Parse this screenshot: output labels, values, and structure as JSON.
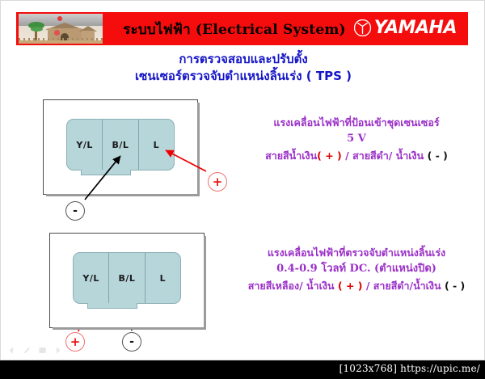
{
  "header": {
    "title": "ระบบไฟฟ้า (Electrical System)",
    "brand": "YAMAHA",
    "brand_emblem": "yamaha-tuning-fork-icon",
    "bar_color": "#f50c0c",
    "title_color": "#000000",
    "brand_color": "#ffffff"
  },
  "subtitle": {
    "line1": "การตรวจสอบและปรับตั้ง",
    "line2": "เซนเซอร์ตรวจจับตำแหน่งลิ้นเร่ง ( TPS )",
    "color": "#1515c8"
  },
  "sections": [
    {
      "connector": {
        "pins": [
          "Y/L",
          "B/L",
          "L"
        ],
        "fill_color": "#b7d6da"
      },
      "markers": [
        {
          "symbol": "+",
          "kind": "positive",
          "color": "#e81414",
          "target_pin": "L"
        },
        {
          "symbol": "-",
          "kind": "negative",
          "color": "#111111",
          "target_pin": "B/L"
        }
      ],
      "info": {
        "heading": "แรงเคลื่อนไฟฟ้าที่ป้อนเข้าชุดเซนเซอร์",
        "value": "5 V",
        "wire_positive": "สายสีน้ำเงิน",
        "wire_positive_sign": "( + )",
        "wire_separator": " / ",
        "wire_negative": "สายสีดำ/ น้ำเงิน",
        "wire_negative_sign": "( - )",
        "color": "#9B30C8"
      }
    },
    {
      "connector": {
        "pins": [
          "Y/L",
          "B/L",
          "L"
        ],
        "fill_color": "#b7d6da"
      },
      "markers": [
        {
          "symbol": "+",
          "kind": "positive",
          "color": "#e81414",
          "target_pin": "Y/L"
        },
        {
          "symbol": "-",
          "kind": "negative",
          "color": "#111111",
          "target_pin": "B/L"
        }
      ],
      "info": {
        "heading": "แรงเคลื่อนไฟฟ้าที่ตรวจจับตำแหน่งลิ้นเร่ง",
        "value": "0.4-0.9 โวลท์ DC.  (ตำแหน่งปิด)",
        "wire_positive": "สายสีเหลือง/ น้ำเงิน",
        "wire_positive_sign": "( + )",
        "wire_separator": " / ",
        "wire_negative": "สายสีดำ/น้ำเงิน",
        "wire_negative_sign": "( - )",
        "color": "#9B30C8"
      }
    }
  ],
  "slideshow_controls": [
    {
      "icon": "previous-arrow-icon"
    },
    {
      "icon": "pen-icon"
    },
    {
      "icon": "menu-icon"
    },
    {
      "icon": "next-arrow-icon"
    }
  ],
  "bottom_bar": {
    "text": "[1023x768] https://upic.me/",
    "background": "#000000",
    "color": "#ffffff"
  }
}
